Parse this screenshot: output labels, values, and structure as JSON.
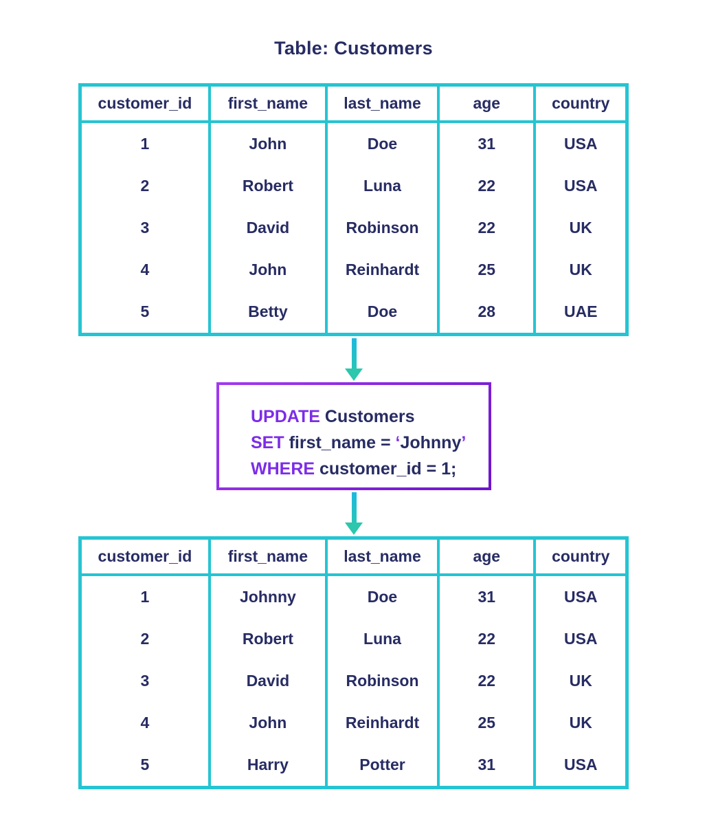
{
  "title": "Table: Customers",
  "colors": {
    "background": "#ffffff",
    "table_border_cyan": "#25c4d2",
    "arrow_cyan_start": "#1db9e0",
    "arrow_teal_end": "#2cc7ad",
    "text_navy": "#272c63",
    "sql_keyword_purple": "#7c2ce8",
    "sql_box_border_purple": "#8a2be2"
  },
  "table_before": {
    "headers": [
      "customer_id",
      "first_name",
      "last_name",
      "age",
      "country"
    ],
    "rows": [
      [
        "1",
        "John",
        "Doe",
        "31",
        "USA"
      ],
      [
        "2",
        "Robert",
        "Luna",
        "22",
        "USA"
      ],
      [
        "3",
        "David",
        "Robinson",
        "22",
        "UK"
      ],
      [
        "4",
        "John",
        "Reinhardt",
        "25",
        "UK"
      ],
      [
        "5",
        "Betty",
        "Doe",
        "28",
        "UAE"
      ]
    ]
  },
  "sql": {
    "line1": {
      "kw": "UPDATE",
      "rest": " Customers"
    },
    "line2": {
      "kw": "SET",
      "mid": " first_name = ",
      "q1": "‘",
      "value": "Johnny",
      "q2": "’"
    },
    "line3": {
      "kw": "WHERE",
      "rest": " customer_id = 1;"
    }
  },
  "table_after": {
    "headers": [
      "customer_id",
      "first_name",
      "last_name",
      "age",
      "country"
    ],
    "rows": [
      [
        "1",
        "Johnny",
        "Doe",
        "31",
        "USA"
      ],
      [
        "2",
        "Robert",
        "Luna",
        "22",
        "USA"
      ],
      [
        "3",
        "David",
        "Robinson",
        "22",
        "UK"
      ],
      [
        "4",
        "John",
        "Reinhardt",
        "25",
        "UK"
      ],
      [
        "5",
        "Harry",
        "Potter",
        "31",
        "USA"
      ]
    ]
  }
}
